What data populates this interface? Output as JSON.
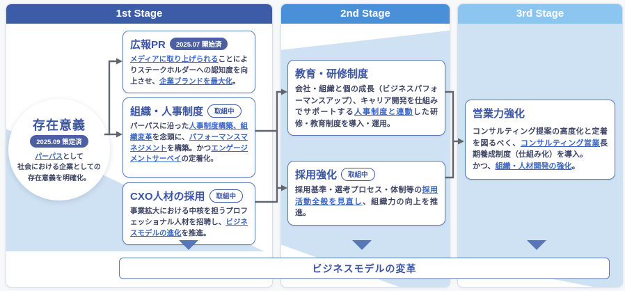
{
  "stages": [
    {
      "label": "1st Stage"
    },
    {
      "label": "2nd Stage"
    },
    {
      "label": "3rd Stage"
    }
  ],
  "circle": {
    "title": "存在意義",
    "badge": "2025.09 策定済",
    "body": [
      {
        "text": "パーパス",
        "link": true
      },
      {
        "text": "として\n社会における企業としての\n存在意義を明確化。",
        "link": false
      }
    ]
  },
  "boxes": {
    "pr": {
      "title": "広報PR",
      "badge": "2025.07 開始済",
      "body": [
        {
          "text": "メディアに取り上げられる",
          "link": true
        },
        {
          "text": "ことによりステークホルダーへの認知度を向上させ、",
          "link": false
        },
        {
          "text": "企業ブランドを最大化",
          "link": true
        },
        {
          "text": "。",
          "link": false
        }
      ]
    },
    "org": {
      "title": "組織・人事制度",
      "badge": "取組中",
      "body": [
        {
          "text": "パーパスに沿った",
          "link": false
        },
        {
          "text": "人事制度構築、組織変革",
          "link": true
        },
        {
          "text": "を念頭に、",
          "link": false
        },
        {
          "text": "パフォーマンスマネジメント",
          "link": true
        },
        {
          "text": "を構築。かつ",
          "link": false
        },
        {
          "text": "エンゲージメントサーベイ",
          "link": true
        },
        {
          "text": "の定着化。",
          "link": false
        }
      ]
    },
    "cxo": {
      "title": "CXO人材の採用",
      "badge": "取組中",
      "body": [
        {
          "text": "事業拡大における中核を担うプロフェッショナル人材を招聘し、",
          "link": false
        },
        {
          "text": "ビジネスモデルの進化",
          "link": true
        },
        {
          "text": "を推進。",
          "link": false
        }
      ]
    },
    "edu": {
      "title": "教育・研修制度",
      "body": [
        {
          "text": "会社・組織と個の成長（ビジネスパフォーマンスアップ）、キャリア開発を仕組みでサポートする",
          "link": false
        },
        {
          "text": "人事制度と連動",
          "link": true
        },
        {
          "text": "した研修・教育制度を導入・運用。",
          "link": false
        }
      ]
    },
    "recruit": {
      "title": "採用強化",
      "badge": "取組中",
      "body": [
        {
          "text": "採用基準・選考プロセス・体制等の",
          "link": false
        },
        {
          "text": "採用活動全般を見直し",
          "link": true
        },
        {
          "text": "、組織力の向上を推進。",
          "link": false
        }
      ]
    },
    "sales": {
      "title": "営業力強化",
      "body": [
        {
          "text": "コンサルティング提案の高度化と定着を図るべく、",
          "link": false
        },
        {
          "text": "コンサルティング営業",
          "link": true
        },
        {
          "text": "長期養成制度（仕組み化）を導入。\nかつ、",
          "link": false
        },
        {
          "text": "組織・人材開発の強化",
          "link": true
        },
        {
          "text": "。",
          "link": false
        }
      ]
    }
  },
  "bottom_bar": {
    "label": "ビジネスモデルの変革"
  },
  "colors": {
    "stage1_header": "#3c5ca8",
    "stage2_header": "#4a90d8",
    "stage3_header": "#8cc5f0",
    "band_blue": "#cfe2f3",
    "card_border": "#5b79b8",
    "title_blue": "#3b55a3",
    "body_text": "#3f4565",
    "link_blue": "#3b66c6",
    "badge_filled_bg": "#4c5fa2",
    "connector_gray": "#60656e",
    "down_triangle": "#5776b8"
  }
}
